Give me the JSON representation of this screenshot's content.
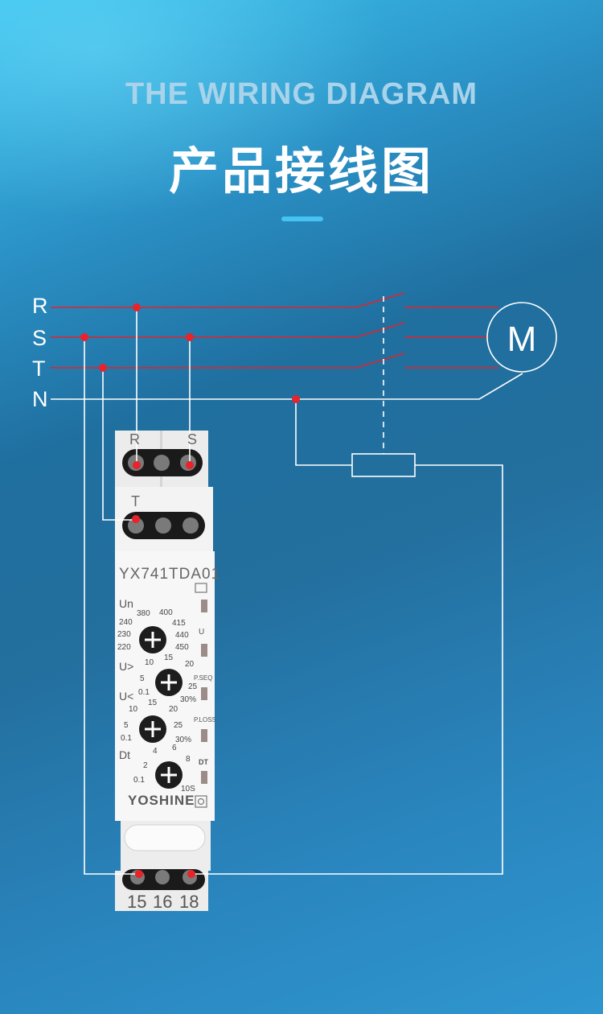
{
  "header": {
    "subtitle": "THE WIRING DIAGRAM",
    "title": "产品接线图"
  },
  "lines": {
    "r": "R",
    "s": "S",
    "t": "T",
    "n": "N"
  },
  "motor": {
    "label": "M"
  },
  "relay": {
    "model": "YX741TDA01",
    "brand": "YOSHINE",
    "top_terminals": {
      "r": "R",
      "s": "S",
      "t": "T"
    },
    "bottom_terminals": {
      "t15": "15",
      "t16": "16",
      "t18": "18"
    },
    "dials": {
      "un": {
        "label": "Un",
        "ticks": [
          "240",
          "230",
          "220",
          "380",
          "400",
          "415",
          "440",
          "450"
        ]
      },
      "u_over": {
        "label": "U>",
        "ticks": [
          "10",
          "15",
          "20",
          "5",
          "25",
          "0.1",
          "30%"
        ]
      },
      "u_under": {
        "label": "U<",
        "ticks": [
          "10",
          "15",
          "20",
          "5",
          "25",
          "0.1",
          "30%"
        ]
      },
      "dt": {
        "label": "Dt",
        "ticks": [
          "4",
          "6",
          "2",
          "8",
          "0.1",
          "10S"
        ]
      }
    },
    "leds": {
      "power": "",
      "u": "U",
      "p_seq": "P.SEQ",
      "p_loss": "P.LOSS",
      "dt": "DT"
    }
  },
  "colors": {
    "phase_wire": "#e2242b",
    "neutral_wire": "#ffffff",
    "junction_dot": "#e8232a"
  }
}
